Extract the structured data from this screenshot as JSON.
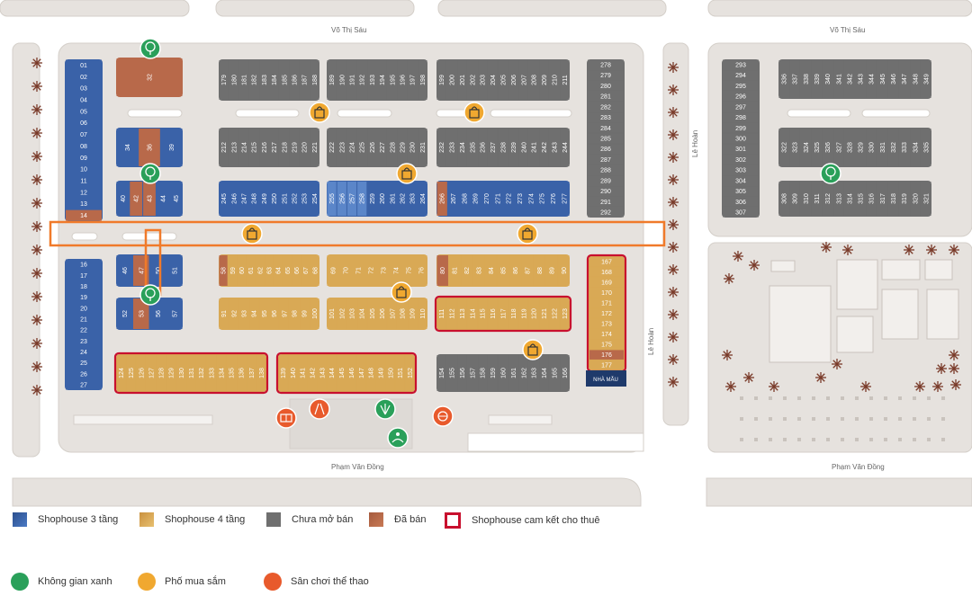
{
  "colors": {
    "shophouse_3": "#3a62a8",
    "shophouse_4": "#d9a955",
    "unsold": "#6f6f6f",
    "sold": "#b8694a",
    "committed_border": "#c8102e",
    "green_space": "#2aa05a",
    "shopping": "#f0a830",
    "sports": "#e85a2c",
    "corridor": "#f07a2a",
    "road": "#e4e0dc"
  },
  "streets": {
    "top_left": "Võ Thị Sáu",
    "top_right": "Võ Thị Sáu",
    "bottom_left": "Phạm Văn Đồng",
    "bottom_right": "Phạm Văn Đồng",
    "right_upper": "Lê Hoàn",
    "right_lower": "Lê Hoàn"
  },
  "model_house_label": "NHÀ MẪU",
  "legend": {
    "shophouse_3": "Shophouse 3 tầng",
    "shophouse_4": "Shophouse 4 tầng",
    "unsold": "Chưa mở bán",
    "sold": "Đã bán",
    "committed": "Shophouse cam kết cho thuê",
    "green": "Không gian xanh",
    "shopping": "Phố mua sắm",
    "sports": "Sân chơi thể thao"
  },
  "units": {
    "col_a1": [
      "01",
      "02",
      "03",
      "04",
      "05",
      "06",
      "07",
      "08",
      "09",
      "10",
      "11",
      "12",
      "13",
      "14"
    ],
    "col_a2": [
      "16",
      "17",
      "18",
      "19",
      "20",
      "21",
      "22",
      "23",
      "24",
      "25",
      "26",
      "27"
    ],
    "block_32": [
      "32"
    ],
    "block_34": [
      "34",
      "36",
      "39"
    ],
    "block_40": [
      "40",
      "42",
      "43",
      "44",
      "45"
    ],
    "block_46": [
      "46",
      "47",
      "50",
      "51"
    ],
    "block_52": [
      "52",
      "53",
      "56",
      "57"
    ],
    "row1_a": [
      "179",
      "180",
      "181",
      "182",
      "183",
      "184",
      "185",
      "186",
      "187",
      "188"
    ],
    "row1_b": [
      "189",
      "190",
      "191",
      "192",
      "193",
      "194",
      "195",
      "196",
      "197",
      "198"
    ],
    "row1_c": [
      "199",
      "200",
      "201",
      "202",
      "203",
      "204",
      "205",
      "206",
      "207",
      "208",
      "209",
      "210",
      "211"
    ],
    "row2_a": [
      "212",
      "213",
      "214",
      "215",
      "216",
      "217",
      "218",
      "219",
      "220",
      "221"
    ],
    "row2_b": [
      "222",
      "223",
      "224",
      "225",
      "226",
      "227",
      "228",
      "229",
      "230",
      "231"
    ],
    "row2_c": [
      "232",
      "233",
      "234",
      "235",
      "236",
      "237",
      "238",
      "239",
      "240",
      "241",
      "242",
      "243",
      "244"
    ],
    "row3_a": [
      "245",
      "246",
      "247",
      "248",
      "249",
      "250",
      "251",
      "252",
      "253",
      "254"
    ],
    "row3_b": [
      "255",
      "256",
      "257",
      "258",
      "259",
      "260",
      "261",
      "262",
      "263",
      "264"
    ],
    "row3_c": [
      "266",
      "267",
      "268",
      "269",
      "270",
      "271",
      "272",
      "273",
      "274",
      "275",
      "276",
      "277"
    ],
    "col_c": [
      "278",
      "279",
      "280",
      "281",
      "282",
      "283",
      "284",
      "285",
      "286",
      "287",
      "288",
      "289",
      "290",
      "291",
      "292"
    ],
    "row4_a": [
      "58",
      "59",
      "60",
      "61",
      "62",
      "63",
      "64",
      "65",
      "66",
      "67",
      "68"
    ],
    "row4_b": [
      "69",
      "70",
      "71",
      "72",
      "73",
      "74",
      "75",
      "76"
    ],
    "row4_c": [
      "80",
      "81",
      "82",
      "83",
      "84",
      "85",
      "86",
      "87",
      "88",
      "89",
      "90"
    ],
    "row5_a": [
      "91",
      "92",
      "93",
      "94",
      "95",
      "96",
      "97",
      "98",
      "99",
      "100"
    ],
    "row5_b": [
      "101",
      "102",
      "103",
      "104",
      "105",
      "106",
      "107",
      "108",
      "109",
      "110"
    ],
    "row5_c": [
      "111",
      "112",
      "113",
      "114",
      "115",
      "116",
      "117",
      "118",
      "119",
      "120",
      "121",
      "122",
      "123"
    ],
    "row6_a": [
      "124",
      "125",
      "126",
      "127",
      "128",
      "129",
      "130",
      "131",
      "132",
      "133",
      "134",
      "135",
      "136",
      "137",
      "138"
    ],
    "row6_b": [
      "139",
      "140",
      "141",
      "142",
      "143",
      "144",
      "145",
      "146",
      "147",
      "148",
      "149",
      "150",
      "151",
      "152"
    ],
    "row6_c": [
      "154",
      "155",
      "156",
      "157",
      "158",
      "159",
      "160",
      "161",
      "162",
      "163",
      "164",
      "165",
      "166"
    ],
    "col_d": [
      "167",
      "168",
      "169",
      "170",
      "171",
      "172",
      "173",
      "174",
      "175",
      "176",
      "177"
    ],
    "col_e": [
      "293",
      "294",
      "295",
      "296",
      "297",
      "298",
      "299",
      "300",
      "301",
      "302",
      "303",
      "304",
      "305",
      "306",
      "307"
    ],
    "row7": [
      "336",
      "337",
      "338",
      "339",
      "340",
      "341",
      "342",
      "343",
      "344",
      "345",
      "346",
      "347",
      "348",
      "349"
    ],
    "row8": [
      "322",
      "323",
      "324",
      "325",
      "326",
      "327",
      "328",
      "329",
      "330",
      "331",
      "332",
      "333",
      "334",
      "335"
    ],
    "row9": [
      "308",
      "309",
      "310",
      "311",
      "312",
      "313",
      "314",
      "315",
      "316",
      "317",
      "318",
      "319",
      "320",
      "321"
    ]
  }
}
